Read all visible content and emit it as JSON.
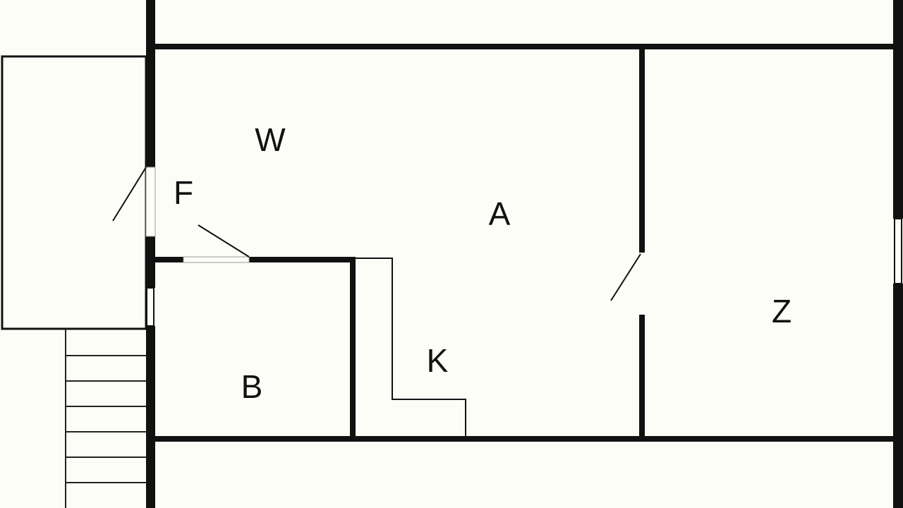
{
  "floor_plan": {
    "rooms": {
      "W": "W",
      "F": "F",
      "A": "A",
      "K": "K",
      "B": "B",
      "Z": "Z"
    },
    "colors": {
      "wall": "#111111",
      "background": "#fdfdf8"
    }
  }
}
